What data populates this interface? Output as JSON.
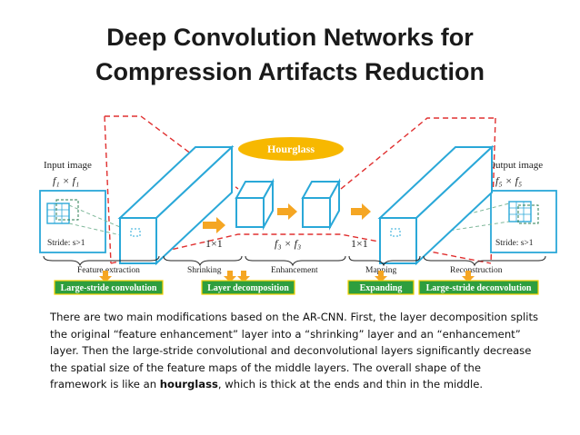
{
  "title": {
    "line1": "Deep Convolution Networks for",
    "line2": "Compression Artifacts Reduction"
  },
  "diagram": {
    "hourglass_label": "Hourglass",
    "input_label": "Input image",
    "output_label": "Output image",
    "f1_label": "f₁ × f₁",
    "f3_label": "f₃ × f₃",
    "f5_label": "f₅ × f₅",
    "one_by_one_a": "1×1",
    "one_by_one_b": "1×1",
    "stride_left": "Stride: s>1",
    "stride_right": "Stride: s>1",
    "stages": [
      "Feature extraction",
      "Shrinking",
      "Enhancement",
      "Mapping",
      "Reconstruction"
    ],
    "tags": [
      "Large-stride convolution",
      "Layer decomposition",
      "Expanding",
      "Large-stride deconvolution"
    ]
  },
  "paragraph": {
    "before": "There are two main modifications based on the AR-CNN. First, the layer decomposition splits the original “feature enhancement” layer into a “shrinking” layer and an “enhancement” layer. Then the large-stride convolutional and deconvolutional layers significantly decrease the spatial size of the feature maps of the middle layers. The overall shape of the framework is like an ",
    "bold": "hourglass",
    "after": ", which is thick at the ends and thin in the middle."
  },
  "colors": {
    "cube": "#2aa8d8",
    "dashed": "#e03030",
    "arrow": "#f5a623",
    "tag": "#2e9e3e",
    "hourglass": "#f7b800"
  }
}
